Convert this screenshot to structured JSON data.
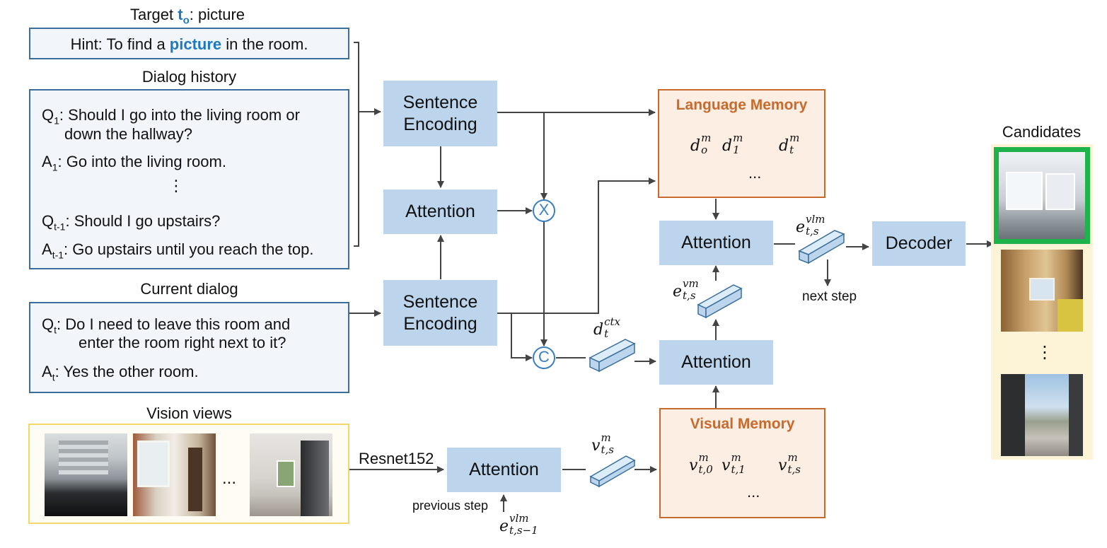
{
  "target": {
    "prefix": "Target ",
    "symbol": "t",
    "symbol_sub": "o",
    "suffix": ": picture"
  },
  "hint": {
    "prefix": "Hint: To find a ",
    "keyword": "picture",
    "suffix": " in the room."
  },
  "dialog_history": {
    "title": "Dialog history",
    "q1_label": "Q",
    "q1_sub": "1",
    "q1_text": ": Should I go into the living room or",
    "q1_text2": "down the hallway?",
    "a1_label": "A",
    "a1_sub": "1",
    "a1_text": ": Go into the living room.",
    "ellipsis": "⋮",
    "qt1_label": "Q",
    "qt1_sub": "t-1",
    "qt1_text": ": Should I go upstairs?",
    "at1_label": "A",
    "at1_sub": "t-1",
    "at1_text": ": Go upstairs until you reach the top."
  },
  "current_dialog": {
    "title": "Current dialog",
    "qt_label": "Q",
    "qt_sub": "t",
    "qt_text": ": Do I need to leave this room and",
    "qt_text2": "enter the room right next to it?",
    "at_label": "A",
    "at_sub": "t",
    "at_text": ": Yes the other room."
  },
  "vision": {
    "title": "Vision views",
    "ellipsis": "...",
    "resnet": "Resnet152"
  },
  "boxes": {
    "sentence_encoding_1": "Sentence Encoding",
    "attention_1": "Attention",
    "sentence_encoding_2": "Sentence Encoding",
    "attention_vision": "Attention",
    "attention_lang": "Attention",
    "attention_ctx": "Attention",
    "decoder": "Decoder"
  },
  "ops": {
    "multiply": "X",
    "concat": "C"
  },
  "memory": {
    "language_title": "Language Memory",
    "visual_title": "Visual Memory",
    "lang_dots": "...",
    "vis_dots": "..."
  },
  "math": {
    "d": "d",
    "v": "v",
    "e": "e",
    "m": "m",
    "o": "o",
    "one": "1",
    "t": "t",
    "t0": "t,0",
    "t1": "t,1",
    "ts": "t,s",
    "ctx": "ctx",
    "vm": "vm",
    "vlm": "vlm",
    "ts_minus": "t,s−1"
  },
  "labels": {
    "next_step": "next step",
    "previous_step": "previous step",
    "candidates": "Candidates",
    "candidates_ellipsis": "⋮"
  },
  "colors": {
    "box_blue": "#bcd5ec",
    "panel_border": "#3a6e9c",
    "memory_orange": "#c76a2e",
    "selected_green": "#1db24a",
    "vision_yellow": "#f5d66b"
  }
}
